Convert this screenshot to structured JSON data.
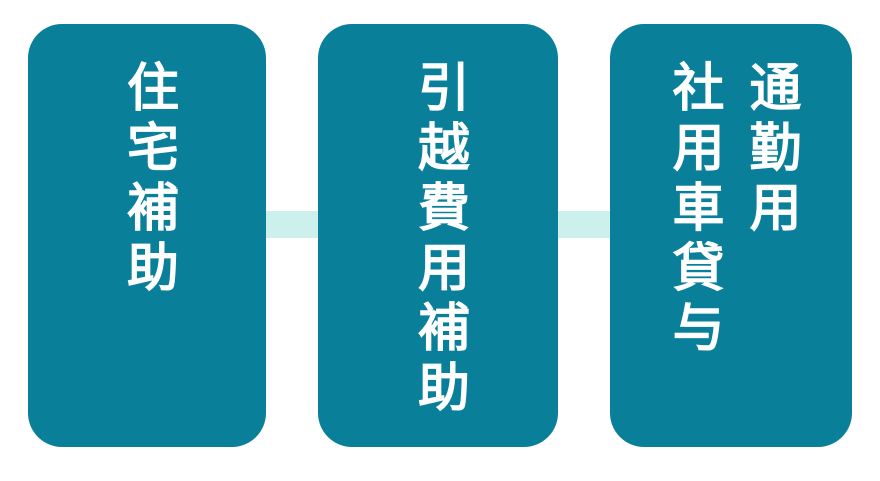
{
  "diagram": {
    "title": "employee-housing-benefits",
    "background_color": "#FFFFFF",
    "card_color": "#0A7F9A",
    "connector_color": "#CCF0EC",
    "text_color": "#FFFFFF",
    "cards": [
      {
        "id": "housing-subsidy",
        "label": "住宅補助"
      },
      {
        "id": "moving-cost-subsidy",
        "label": "引越費用補助"
      },
      {
        "id": "commuter-company-car",
        "label": "通勤用\n社用車貸与"
      }
    ]
  }
}
